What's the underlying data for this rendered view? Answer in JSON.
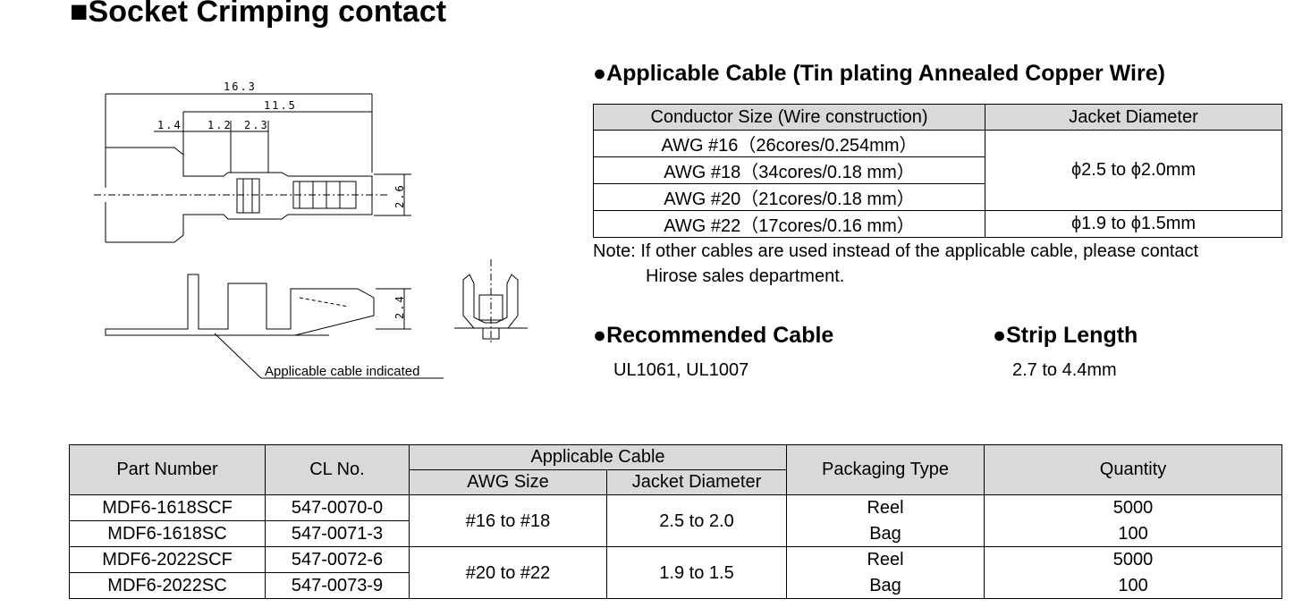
{
  "title": "■Socket Crimping contact",
  "drawing": {
    "dims": [
      "16.3",
      "11.5",
      "1.4",
      "1.2",
      "2.3",
      "2.6",
      "2.4"
    ],
    "callout": "Applicable cable indicated"
  },
  "applicable_cable": {
    "heading": "●Applicable Cable (Tin plating Annealed Copper Wire)",
    "headers": [
      "Conductor Size (Wire construction)",
      "Jacket Diameter"
    ],
    "rows": [
      "AWG #16（26cores/0.254mm）",
      "AWG #18（34cores/0.18  mm）",
      "AWG #20（21cores/0.18  mm）",
      "AWG #22（17cores/0.16  mm）"
    ],
    "jacket": [
      "ϕ2.5 to ϕ2.0mm",
      "ϕ1.9 to ϕ1.5mm"
    ],
    "note_label": "Note:",
    "note_line1": "If other cables are used instead of the applicable cable, please contact",
    "note_line2": "Hirose sales department."
  },
  "recommended_cable": {
    "heading": "●Recommended Cable",
    "value": "UL1061, UL1007"
  },
  "strip_length": {
    "heading": "●Strip Length",
    "value": "2.7 to 4.4mm"
  },
  "parts": {
    "headers": {
      "part_number": "Part Number",
      "cl_no": "CL No.",
      "applicable_cable": "Applicable Cable",
      "awg_size": "AWG Size",
      "jacket_diameter": "Jacket Diameter",
      "packaging_type": "Packaging Type",
      "quantity": "Quantity"
    },
    "rows": [
      {
        "part": "MDF6-1618SCF",
        "cl": "547-0070-0",
        "pack": "Reel",
        "qty": "5000"
      },
      {
        "part": "MDF6-1618SC",
        "cl": "547-0071-3",
        "pack": "Bag",
        "qty": "100"
      },
      {
        "part": "MDF6-2022SCF",
        "cl": "547-0072-6",
        "pack": "Reel",
        "qty": "5000"
      },
      {
        "part": "MDF6-2022SC",
        "cl": "547-0073-9",
        "pack": "Bag",
        "qty": "100"
      }
    ],
    "groups": [
      {
        "awg": "#16 to #18",
        "jacket": "2.5 to 2.0"
      },
      {
        "awg": "#20 to #22",
        "jacket": "1.9 to 1.5"
      }
    ]
  }
}
